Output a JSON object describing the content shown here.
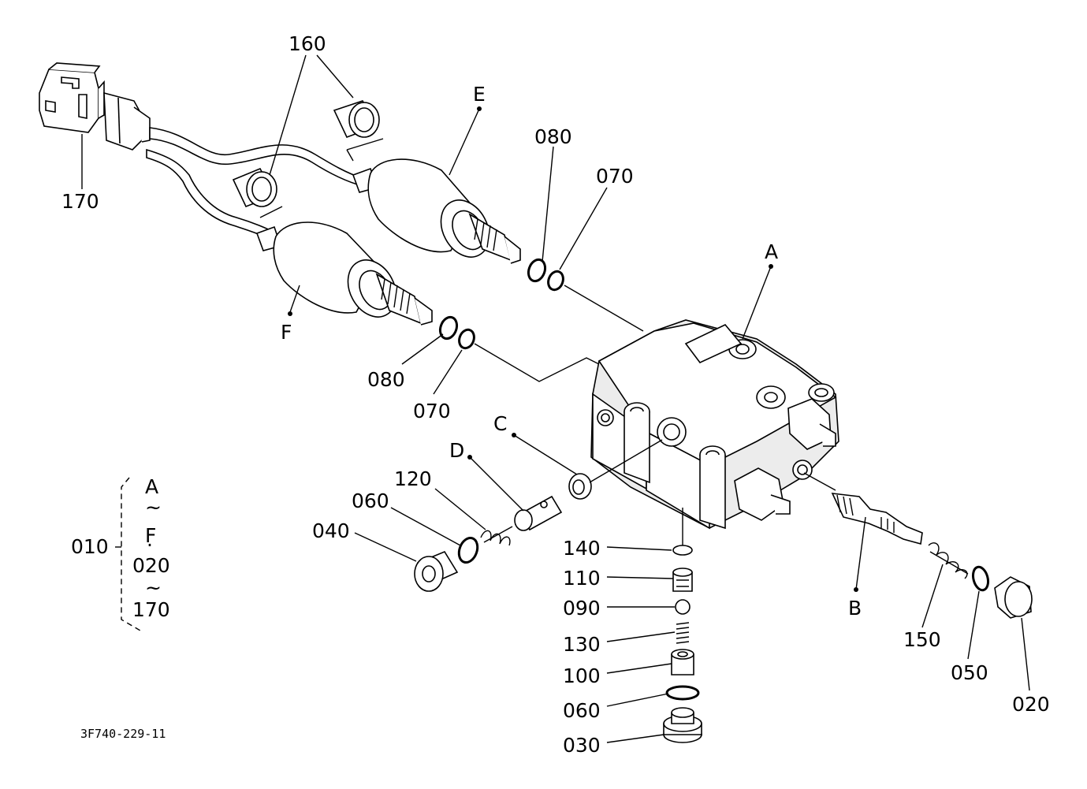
{
  "diagram": {
    "drawing_number": "3F740-229-11",
    "group_label": {
      "number": "010",
      "range_1_start": "A",
      "range_1_sep": "~",
      "range_1_end": "F",
      "dot": "·",
      "range_2_start": "020",
      "range_2_sep": "~",
      "range_2_end": "170"
    },
    "callouts": {
      "p160": "160",
      "p170": "170",
      "pE": "E",
      "pF": "F",
      "p080a": "080",
      "p070a": "070",
      "p080b": "080",
      "p070b": "070",
      "pA": "A",
      "pC": "C",
      "pD": "D",
      "p120": "120",
      "p060a": "060",
      "p040": "040",
      "p140": "140",
      "p110": "110",
      "p090": "090",
      "p130": "130",
      "p100": "100",
      "p060b": "060",
      "p030": "030",
      "pB": "B",
      "p150": "150",
      "p050": "050",
      "p020": "020"
    }
  }
}
